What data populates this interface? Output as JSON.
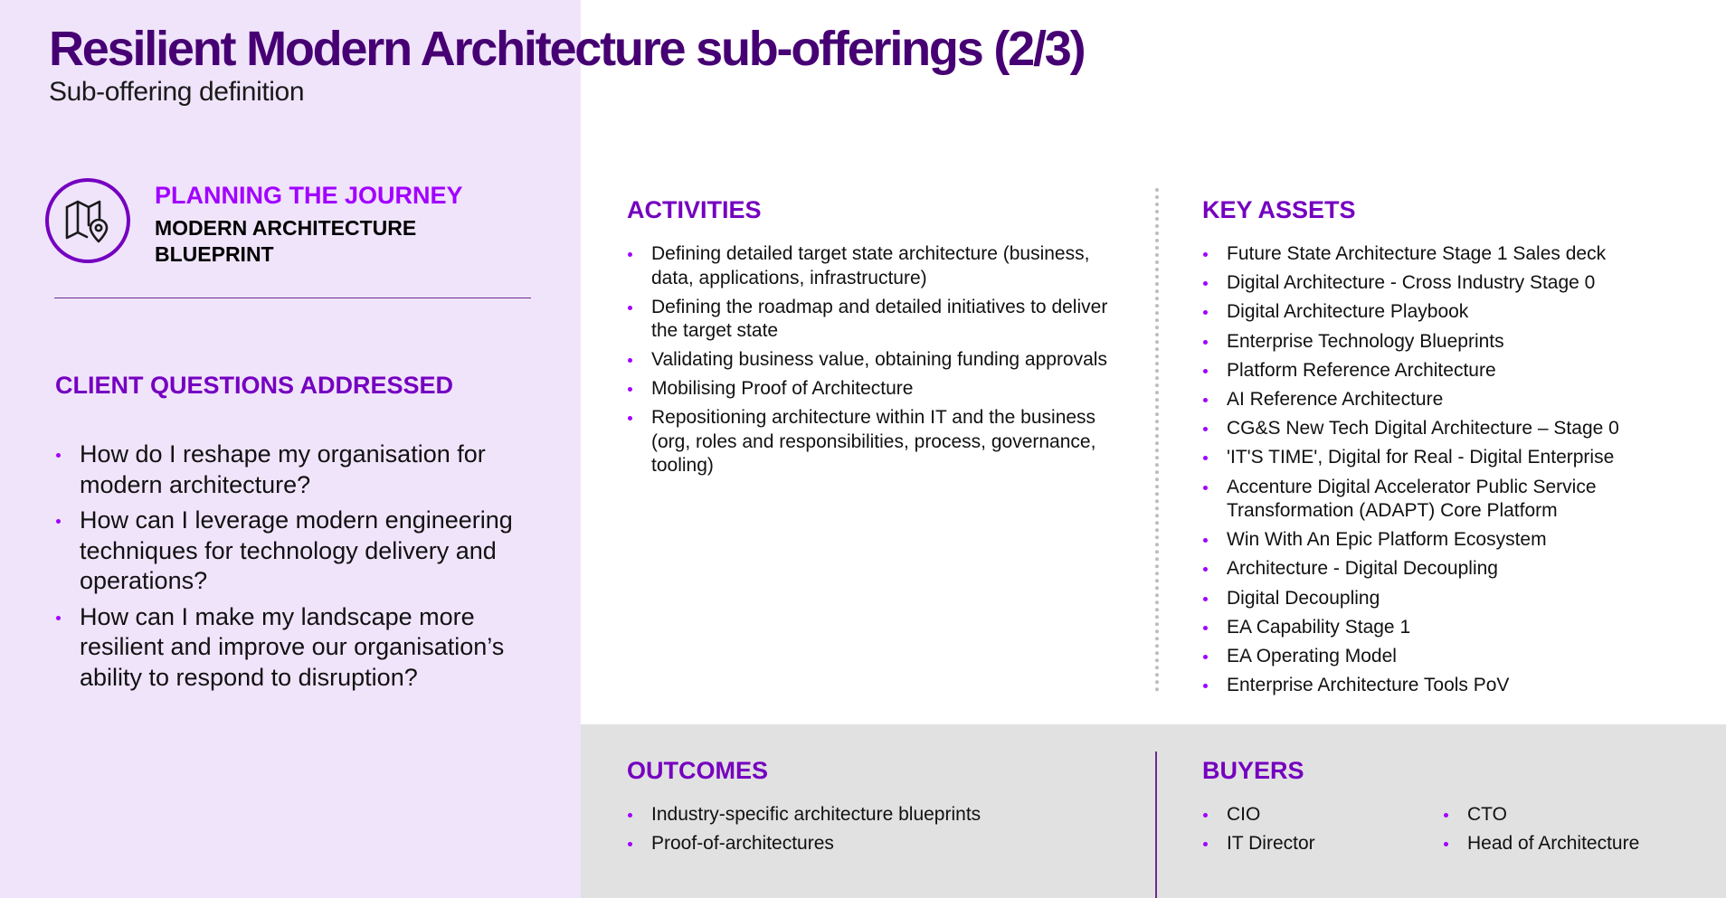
{
  "header": {
    "title": "Resilient Modern Architecture sub-offerings (2/3)",
    "subtitle": "Sub-offering definition"
  },
  "journey": {
    "icon": "map-pin-icon",
    "label": "PLANNING THE JOURNEY",
    "name": "MODERN ARCHITECTURE BLUEPRINT"
  },
  "client_questions": {
    "heading": "CLIENT QUESTIONS ADDRESSED",
    "items": [
      "How do I reshape my organisation for modern architecture?",
      "How can I leverage modern engineering techniques for technology delivery and operations?",
      "How can I make my landscape more resilient and improve our organisation’s ability to respond to disruption?"
    ]
  },
  "activities": {
    "heading": "ACTIVITIES",
    "items": [
      "Defining detailed target state architecture (business, data, applications, infrastructure)",
      "Defining the roadmap and detailed initiatives to deliver the target state",
      "Validating business value, obtaining funding approvals",
      "Mobilising Proof of Architecture",
      "Repositioning architecture within IT and the business (org, roles and responsibilities, process, governance, tooling)"
    ]
  },
  "key_assets": {
    "heading": "KEY ASSETS",
    "items": [
      "Future State Architecture Stage 1 Sales deck",
      "Digital Architecture - Cross Industry Stage 0",
      "Digital Architecture Playbook",
      "Enterprise Technology Blueprints",
      "Platform Reference Architecture",
      "AI Reference Architecture",
      "CG&S New Tech Digital Architecture – Stage 0",
      "'IT'S TIME', Digital for Real - Digital Enterprise",
      "Accenture Digital Accelerator Public Service Transformation (ADAPT) Core Platform",
      "Win With An Epic Platform Ecosystem",
      "Architecture - Digital Decoupling",
      "Digital Decoupling",
      "EA Capability Stage 1",
      "EA Operating Model",
      "Enterprise Architecture Tools PoV"
    ]
  },
  "outcomes": {
    "heading": "OUTCOMES",
    "items": [
      "Industry-specific architecture blueprints",
      "Proof-of-architectures"
    ]
  },
  "buyers": {
    "heading": "BUYERS",
    "items": [
      "CIO",
      "IT Director",
      "CTO",
      "Head of Architecture"
    ]
  },
  "colors": {
    "title": "#460073",
    "accent": "#a100ff",
    "heading": "#7500c0",
    "left_panel_bg": "#f0e4fb",
    "bottom_panel_bg": "#e1e1e1"
  }
}
